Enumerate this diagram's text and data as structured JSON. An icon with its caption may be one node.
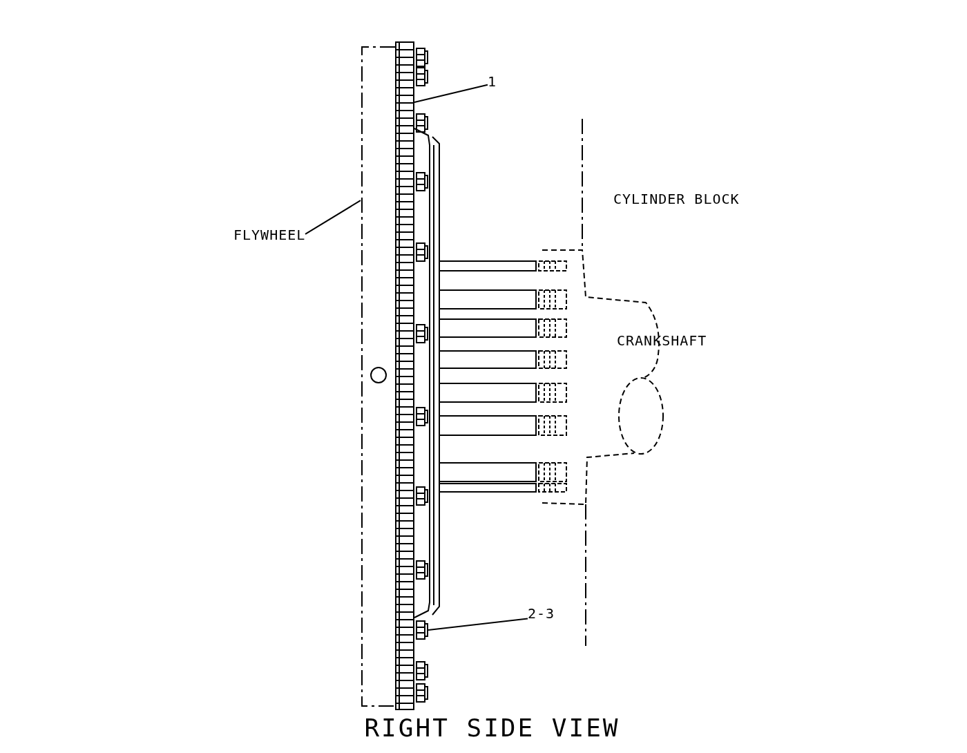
{
  "diagram": {
    "caption": "RIGHT SIDE VIEW",
    "nodes": [
      {
        "text": [
          "1"
        ]
      },
      {
        "text": [],
        "shape": "picture"
      },
      {
        "text": [
          "FLYWHEEL"
        ]
      },
      {
        "text": [],
        "shape": "box"
      },
      {
        "text": [
          "2-3"
        ]
      },
      {
        "text": [],
        "shape": "picture"
      }
    ],
    "edges": [
      {
        "from": 0,
        "to": 1,
        "arrow": "none"
      },
      {
        "from": 2,
        "to": 3,
        "arrow": "none"
      },
      {
        "from": 4,
        "to": 5,
        "arrow": "none"
      }
    ],
    "labels": [
      "CYLINDER BLOCK",
      "CRANKSHAFT"
    ]
  }
}
